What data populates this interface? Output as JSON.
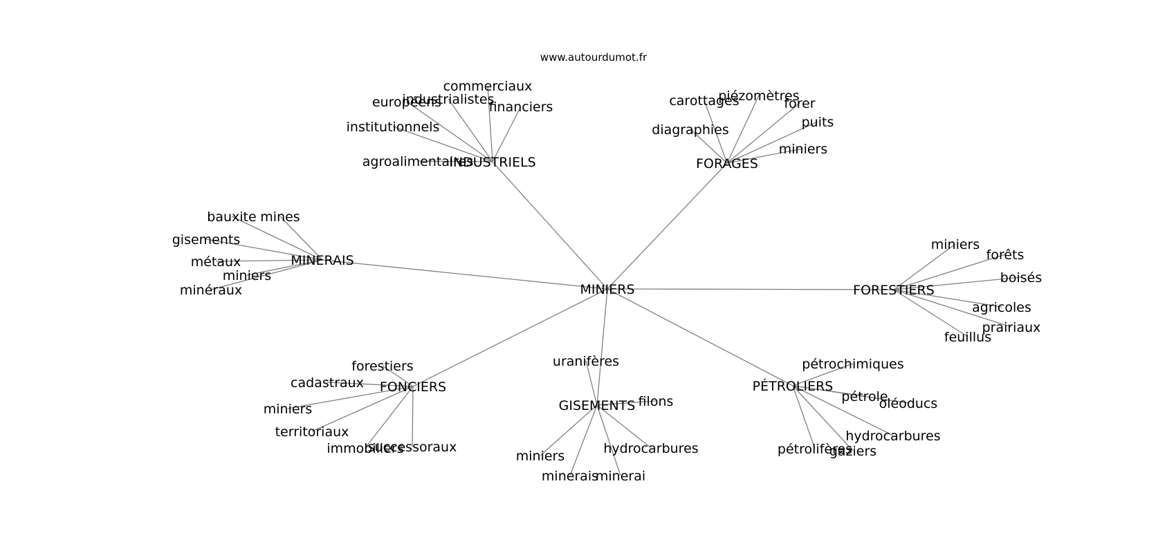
{
  "site": "www.autourdumot.fr",
  "colors": {
    "edge": "#808080",
    "text": "#000000",
    "background": "#ffffff"
  },
  "center": "MINIERS",
  "groups": [
    {
      "label": "INDUSTRIELS",
      "terms": [
        "commerciaux",
        "industrialistes",
        "européens",
        "financiers",
        "institutionnels",
        "agroalimentaires"
      ]
    },
    {
      "label": "FORAGES",
      "terms": [
        "carottages",
        "piézomètres",
        "forer",
        "puits",
        "diagraphies",
        "miniers"
      ]
    },
    {
      "label": "MINERAIS",
      "terms": [
        "bauxite",
        "mines",
        "gisements",
        "métaux",
        "miniers",
        "minéraux"
      ]
    },
    {
      "label": "FORESTIERS",
      "terms": [
        "miniers",
        "forêts",
        "boisés",
        "agricoles",
        "prairiaux",
        "feuillus"
      ]
    },
    {
      "label": "FONCIERS",
      "terms": [
        "forestiers",
        "cadastraux",
        "miniers",
        "territoriaux",
        "immobiliers",
        "successoraux"
      ]
    },
    {
      "label": "GISEMENTS",
      "terms": [
        "uranifères",
        "filons",
        "hydrocarbures",
        "miniers",
        "minerais",
        "minerai"
      ]
    },
    {
      "label": "PÉTROLIERS",
      "terms": [
        "pétrochimiques",
        "pétrole",
        "oléoducs",
        "hydrocarbures",
        "pétrolifères",
        "gaziers"
      ]
    }
  ]
}
